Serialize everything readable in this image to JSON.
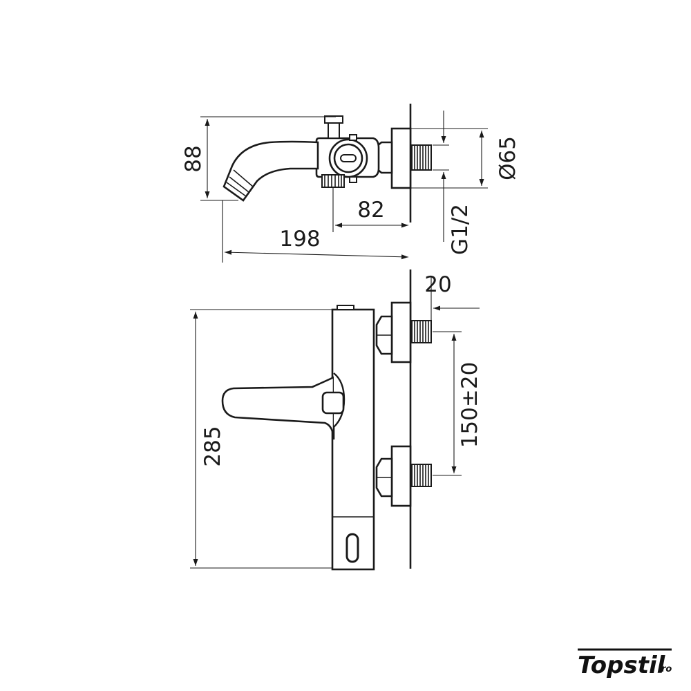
{
  "dimensions": {
    "spout_height": "88",
    "wall_to_outlet": "82",
    "total_depth": "198",
    "escutcheon_diameter": "Ø65",
    "thread": "G1/2",
    "connector_offset": "20",
    "center_distance": "150±20",
    "total_length": "285"
  },
  "logo": {
    "name": "Topstil",
    "suffix": ".ro"
  }
}
